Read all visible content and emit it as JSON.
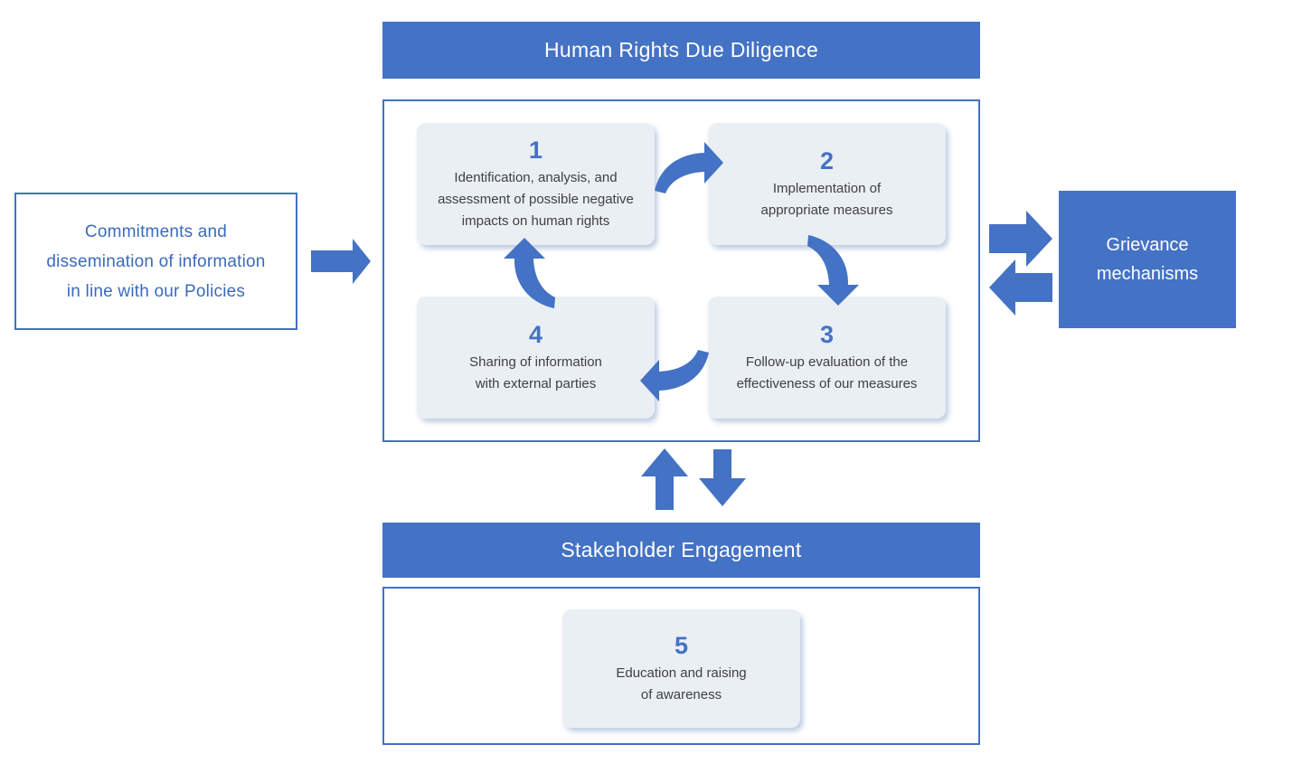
{
  "diagram": {
    "title": "Human Rights Due Diligence process diagram",
    "colors": {
      "accent_blue": "#4472C4",
      "card_bg": "#EAEFF4",
      "card_text": "#404040",
      "policy_text": "#3A6BBA",
      "header_text": "#FFFFFF",
      "page_bg": "#FFFFFF"
    }
  },
  "policy_box": {
    "text": "Commitments and\ndissemination of information\nin line with our Policies"
  },
  "grievance_box": {
    "text": "Grievance\nmechanisms"
  },
  "sections": {
    "due_diligence": {
      "header": "Human Rights Due Diligence",
      "steps": [
        {
          "number": "1",
          "label": "Identification, analysis, and\nassessment of possible negative\nimpacts on human rights"
        },
        {
          "number": "2",
          "label": "Implementation of\nappropriate measures"
        },
        {
          "number": "3",
          "label": "Follow-up evaluation of the\neffectiveness of our measures"
        },
        {
          "number": "4",
          "label": "Sharing of information\nwith external parties"
        }
      ]
    },
    "stakeholder": {
      "header": "Stakeholder Engagement",
      "steps": [
        {
          "number": "5",
          "label": "Education and raising\nof awareness"
        }
      ]
    }
  },
  "connectors": [
    {
      "name": "policy-to-due-diligence",
      "direction": "right"
    },
    {
      "name": "due-diligence-to-grievance",
      "direction": "right"
    },
    {
      "name": "grievance-to-due-diligence",
      "direction": "left"
    },
    {
      "name": "stakeholder-to-due-diligence",
      "direction": "up"
    },
    {
      "name": "due-diligence-to-stakeholder",
      "direction": "down"
    },
    {
      "name": "step-1-to-step-2",
      "direction": "curved-right"
    },
    {
      "name": "step-2-to-step-3",
      "direction": "curved-down"
    },
    {
      "name": "step-3-to-step-4",
      "direction": "curved-left"
    },
    {
      "name": "step-4-to-step-1",
      "direction": "curved-up"
    }
  ]
}
